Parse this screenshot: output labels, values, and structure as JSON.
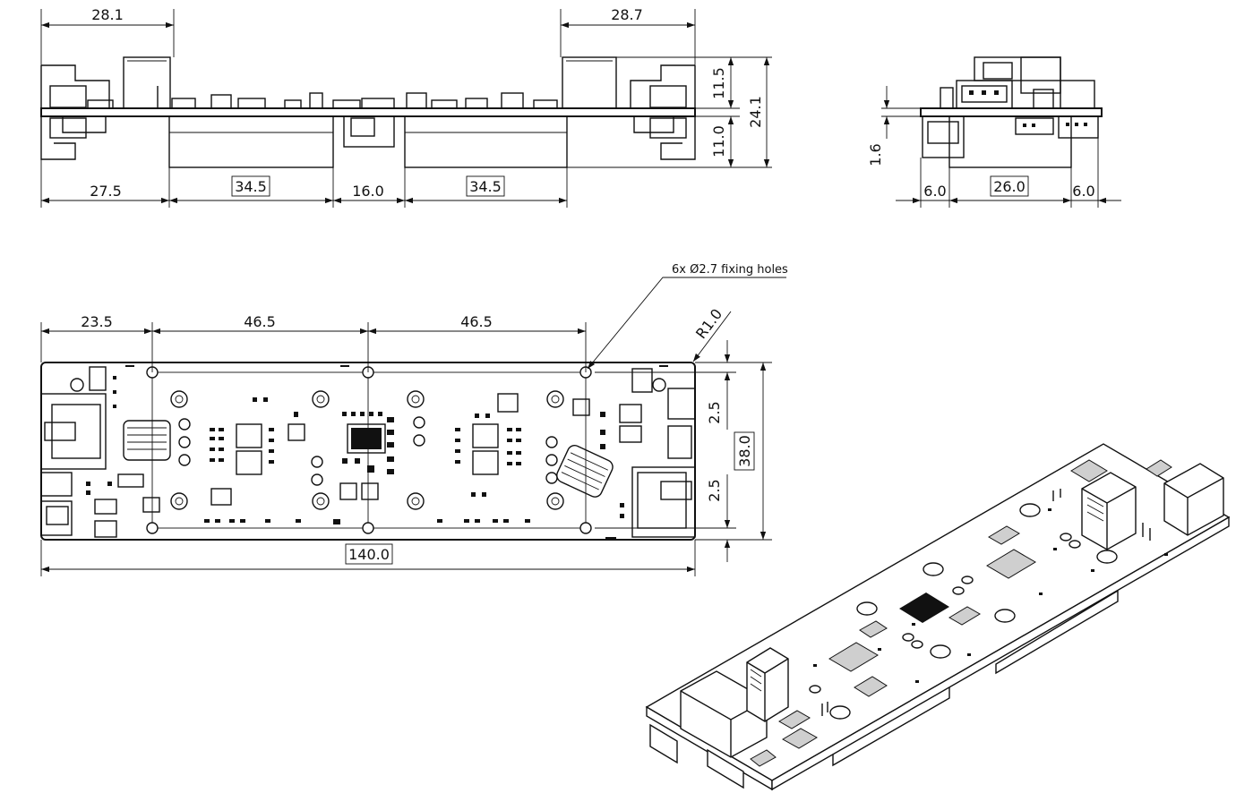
{
  "dimensions": {
    "side": {
      "left_top": "28.1",
      "right_top": "28.7",
      "top_height": "11.5",
      "bottom_height": "11.0",
      "total_height": "24.1",
      "bottom_1": "27.5",
      "bottom_2": "34.5",
      "bottom_3": "16.0",
      "bottom_4": "34.5"
    },
    "end": {
      "thickness": "1.6",
      "left": "6.0",
      "middle": "26.0",
      "right": "6.0"
    },
    "top": {
      "d1": "23.5",
      "d2": "46.5",
      "d3": "46.5",
      "corner_radius": "R1.0",
      "hole_spacing_top": "2.5",
      "hole_spacing_bottom": "2.5",
      "width": "38.0",
      "length": "140.0",
      "holes_note": "6x Ø2.7 fixing holes"
    }
  },
  "boxed_values": [
    "34.5",
    "34.5",
    "26.0",
    "38.0",
    "140.0"
  ]
}
